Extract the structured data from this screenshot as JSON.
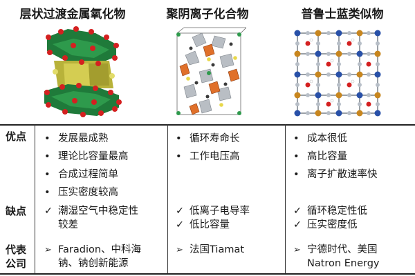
{
  "columns": [
    {
      "title": "层状过渡金属氧化物"
    },
    {
      "title": "聚阴离子化合物"
    },
    {
      "title": "普鲁士蓝类似物"
    }
  ],
  "row_labels": {
    "advantages": "优点",
    "disadvantages": "缺点",
    "companies_line1": "代表",
    "companies_line2": "公司"
  },
  "advantages": [
    [
      "发展最成熟",
      "理论比容量最高",
      "合成过程简单",
      "压实密度较高"
    ],
    [
      "循环寿命长",
      "工作电压高"
    ],
    [
      "成本很低",
      "高比容量",
      "离子扩散速率快"
    ]
  ],
  "disadvantages": [
    [
      "潮湿空气中稳定性",
      "较差"
    ],
    [
      "低离子电导率",
      "低比容量"
    ],
    [
      "循环稳定性低",
      "压实密度低"
    ]
  ],
  "companies": [
    [
      "Faradion、中科海",
      "钠、钠创新能源"
    ],
    [
      "法国Tiamat"
    ],
    [
      "宁德时代、美国",
      "Natron Energy"
    ]
  ],
  "colors": {
    "green": "#1f7a3a",
    "olive": "#b8b23a",
    "red": "#d42020",
    "grey": "#9aa0a6",
    "orange": "#e0702a",
    "yellow": "#e8d84a",
    "blue": "#2850a8",
    "amber": "#c8861e"
  }
}
